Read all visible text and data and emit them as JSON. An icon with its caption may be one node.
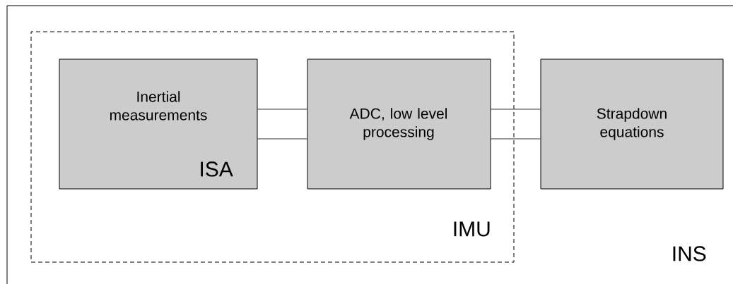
{
  "diagram": {
    "nodes": [
      {
        "text": [
          "INS"
        ]
      },
      {
        "text": [
          "IMU"
        ],
        "in": 0
      },
      {
        "text": [
          "Inertial measurements",
          "ISA"
        ],
        "in": 1
      },
      {
        "text": [
          "ADC, low level processing"
        ],
        "in": 1
      },
      {
        "text": [
          "Strapdown equations"
        ],
        "in": 0
      }
    ],
    "edges": [
      {
        "from": 2,
        "to": 3,
        "arrow": "none"
      },
      {
        "from": 2,
        "to": 3,
        "arrow": "none"
      },
      {
        "from": 3,
        "to": 4,
        "arrow": "none"
      },
      {
        "from": 3,
        "to": 4,
        "arrow": "none"
      }
    ]
  }
}
